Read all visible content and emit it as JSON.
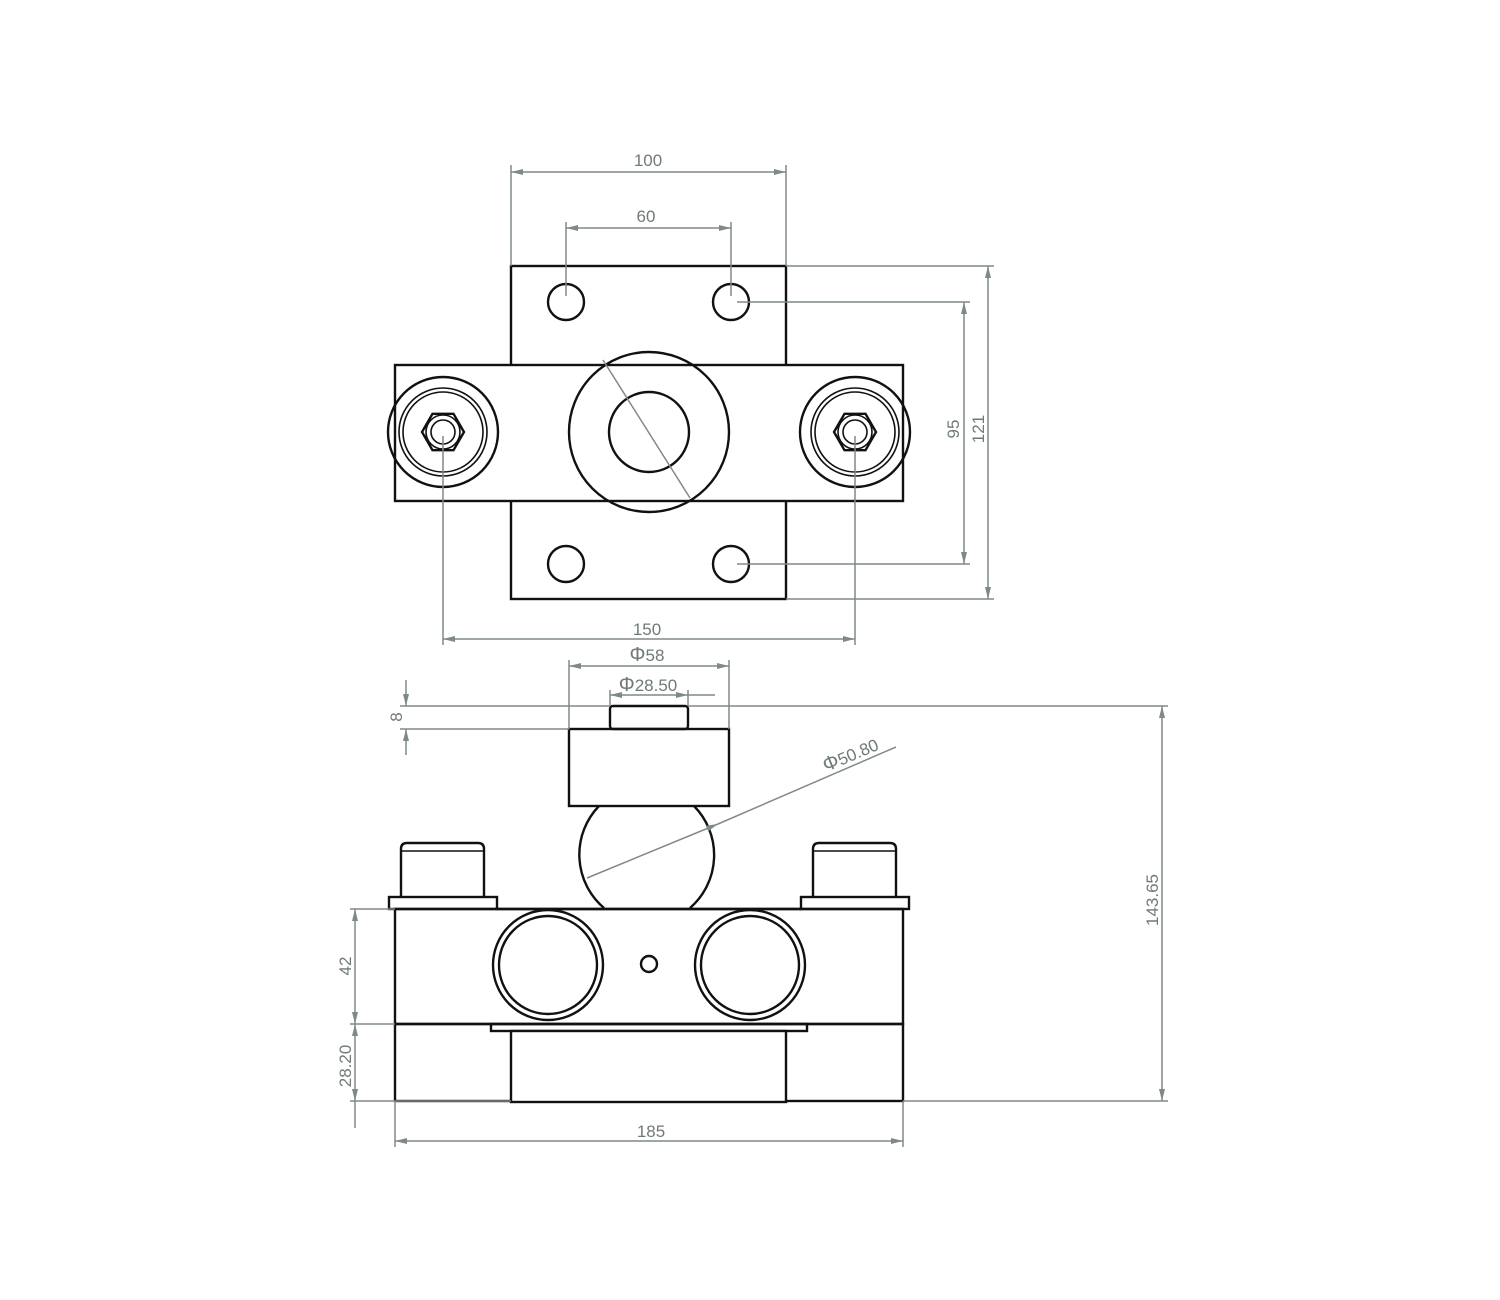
{
  "drawing": {
    "top_view": {
      "dim_width_top": "100",
      "dim_hole_spacing_x": "60",
      "dim_hole_spacing_y": "95",
      "dim_height": "121",
      "dim_bolt_spacing": "150"
    },
    "front_view": {
      "dim_outer_diameter": "58",
      "dim_inner_diameter": "28.50",
      "dim_ball_diameter": "50.80",
      "dim_cap_height": "8",
      "dim_total_height": "143.65",
      "dim_block_height": "42",
      "dim_base_height": "28.20",
      "dim_overall_width": "185"
    },
    "diameter_symbol": "Φ"
  }
}
